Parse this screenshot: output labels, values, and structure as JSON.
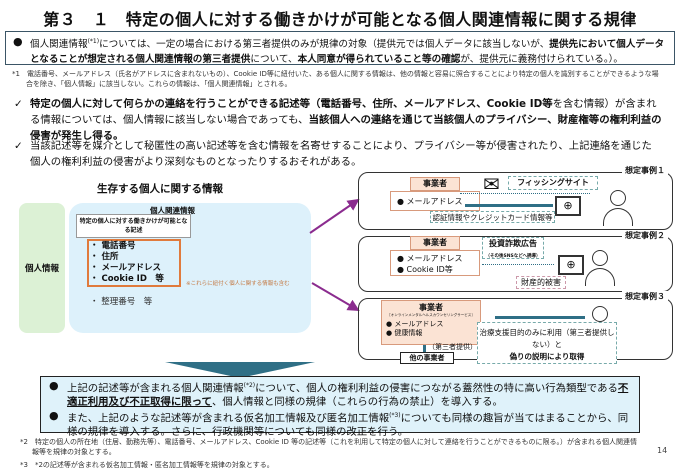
{
  "title": "第３　１　特定の個人に対する働きかけが可能となる個人関連情報に関する規律",
  "intro": {
    "p1": "個人関連情報",
    "sup": "(*1)",
    "p2": "については、一定の場合における第三者提供のみが規律の対象（提供元では個人データに該当しないが、",
    "b1": "提供先において個人データとなることが想定される個人関連情報の第三者提供",
    "p3": "について、",
    "b2": "本人同意が得られていること等の確認",
    "p4": "が、提供元に義務付けられている。）。"
  },
  "footnote1": "*1　電話番号、メールアドレス（氏名がアドレスに含まれないもの）、Cookie ID等に紐付いた、ある個人に関する情報は、他の情報と容易に照合することにより特定の個人を識別することができるような場合を除き、「個人情報」に該当しない。これらの情報は、「個人関連情報」とされる。",
  "checks": [
    {
      "b1": "特定の個人に対して何らかの連絡を行うことができる記述等（電話番号、住所、メールアドレス、Cookie ID等",
      "p1": "を含む情報）が含まれる情報については、個人情報に該当しない場合であっても、",
      "b2": "当該個人への連絡を通じて当該個人のプライバシー、財産権等の権利利益の侵害が発生し得る。"
    },
    {
      "p1": "当該記述等を媒介として秘匿性の高い記述等を含む情報を名寄せすることにより、プライバシー等が侵害されたり、上記連絡を通じた個人の権利利益の侵害がより深刻なものとなったりするおそれがある。"
    }
  ],
  "diagram": {
    "heading": "生存する個人に関する情報",
    "personal_info": "個人情報",
    "related_info": "個人関連情報",
    "specific_desc": "特定の個人に対する働きかけが可能となる記述",
    "items": [
      "電話番号",
      "住所",
      "メールアドレス",
      "Cookie ID　等"
    ],
    "note": "※これらに紐付く個人に関する情報も含む",
    "other": "整理番号　等"
  },
  "cases": [
    {
      "label": "想定事例１",
      "biz": "事業者",
      "items": [
        "メールアドレス"
      ],
      "site": "フィッシングサイト",
      "caption": "認証情報やクレジットカード情報等"
    },
    {
      "label": "想定事例２",
      "biz": "事業者",
      "items": [
        "メールアドレス",
        "Cookie ID等"
      ],
      "ad": "投資詐欺広告",
      "ad_sub": "（その後SNSなどへ誘導）",
      "caption": "財産的被害"
    },
    {
      "label": "想定事例３",
      "biz": "事業者",
      "biz_sub": "［オンラインメンタルヘルスカウンセリングサービス］",
      "items": [
        "メールアドレス",
        "健康情報"
      ],
      "provide": "（第三者提供）",
      "other": "他の事業者",
      "caption1": "治療支援目的のみに利用（第三者提供しない）と",
      "caption2": "偽りの説明により取得"
    }
  ],
  "conclusion": [
    {
      "p1": "上記の記述等が含まれる個人関連情報",
      "sup": "(*2)",
      "p2": "について、個人の権利利益の侵害につながる蓋然性の特に高い行為類型である",
      "b": "不適正利用及び不正取得に限って",
      "p3": "、個人情報と同様の規律（これらの行為の禁止）を導入する。"
    },
    {
      "p1": "また、上記のような記述等が含まれる仮名加工情報及び匿名加工情報",
      "sup": "(*3)",
      "p2": "についても同様の趣旨が当てはまることから、同様の規律を導入する。さらに、行政機関等についても同様の改正を行う。"
    }
  ],
  "footnote2": "*2　特定の個人の所在地（住居、勤務先等）、電話番号、メールアドレス、Cookie ID 等の記述等（これを利用して特定の個人に対して連絡を行うことができるものに限る。）が含まれる個人関連情報等を規律の対象とする。",
  "footnote3": "*3　*2の記述等が含まれる仮名加工情報・匿名加工情報等を規律の対象とする。",
  "page_number": "14",
  "colors": {
    "accent_border": "#3b5566",
    "orange": "#e07a3c",
    "arrow_purple": "#8b2c8f",
    "arrow_blue": "#2f6f86",
    "bottom_bg": "#dff2fa"
  }
}
